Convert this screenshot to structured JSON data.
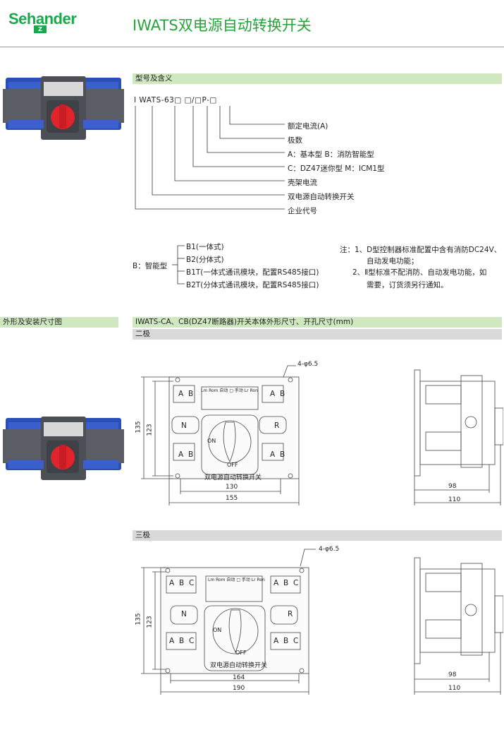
{
  "brand": {
    "name": "Sehander",
    "mark": "Z"
  },
  "header": {
    "title": "IWATS双电源自动转换开关"
  },
  "model_section": {
    "heading": "型号及含义",
    "code": "I WATS-63□ □/□P-□",
    "meanings": [
      "额定电流(A)",
      "极数",
      "A：基本型   B：消防智能型",
      "C：DZ47迷你型  M：ICM1型",
      "壳架电流",
      "双电源自动转换开关",
      "企业代号"
    ]
  },
  "smart_section": {
    "label": "B：智能型",
    "options": [
      "B1(一体式)",
      "B2(分体式)",
      "B1T(一体式通讯模块，配置RS485接口)",
      "B2T(分体式通讯模块，配置RS485接口)"
    ],
    "notes": [
      "注：1、D型控制器标准配置中含有消防DC24V、",
      "自动发电功能；",
      "2、Ⅱ型标准不配消防、自动发电功能，如",
      "需要，订货须另行通知。"
    ]
  },
  "dimension_section": {
    "side_heading": "外形及安装尺寸图",
    "heading": "IWATS-CA、CB(DZ47断路器)开关本体外形尺寸、开孔尺寸(mm)",
    "two_pole": {
      "label": "二极",
      "hole": "4-φ6.5",
      "dims": {
        "height_outer": "135",
        "height_inner": "123",
        "width_inner": "130",
        "width_outer": "155",
        "depth_inner": "98",
        "depth_outer": "110"
      },
      "terminals": [
        "A",
        "B"
      ],
      "sides": [
        "N",
        "R"
      ],
      "switch_text": "双电源自动转换开关",
      "on": "ON",
      "off": "OFF",
      "indicators": "Lm Rom  自动 □ 手动  Lr Ron"
    },
    "three_pole": {
      "label": "三极",
      "hole": "4-φ6.5",
      "dims": {
        "height_outer": "135",
        "height_inner": "123",
        "width_inner": "164",
        "width_outer": "190",
        "depth_inner": "98",
        "depth_outer": "110"
      },
      "terminals": [
        "A",
        "B",
        "C"
      ],
      "sides": [
        "N",
        "R"
      ],
      "switch_text": "双电源自动转换开关",
      "on": "ON",
      "off": "OFF",
      "indicators": "Lm Rom  自动 □ 手动  Lr Ron"
    }
  },
  "colors": {
    "accent": "#2aa23c",
    "section_bar": "#cfe8c0",
    "sub_bar": "#d9d9d9",
    "product_blue": "#2b4fb8",
    "product_red": "#e0242c"
  }
}
